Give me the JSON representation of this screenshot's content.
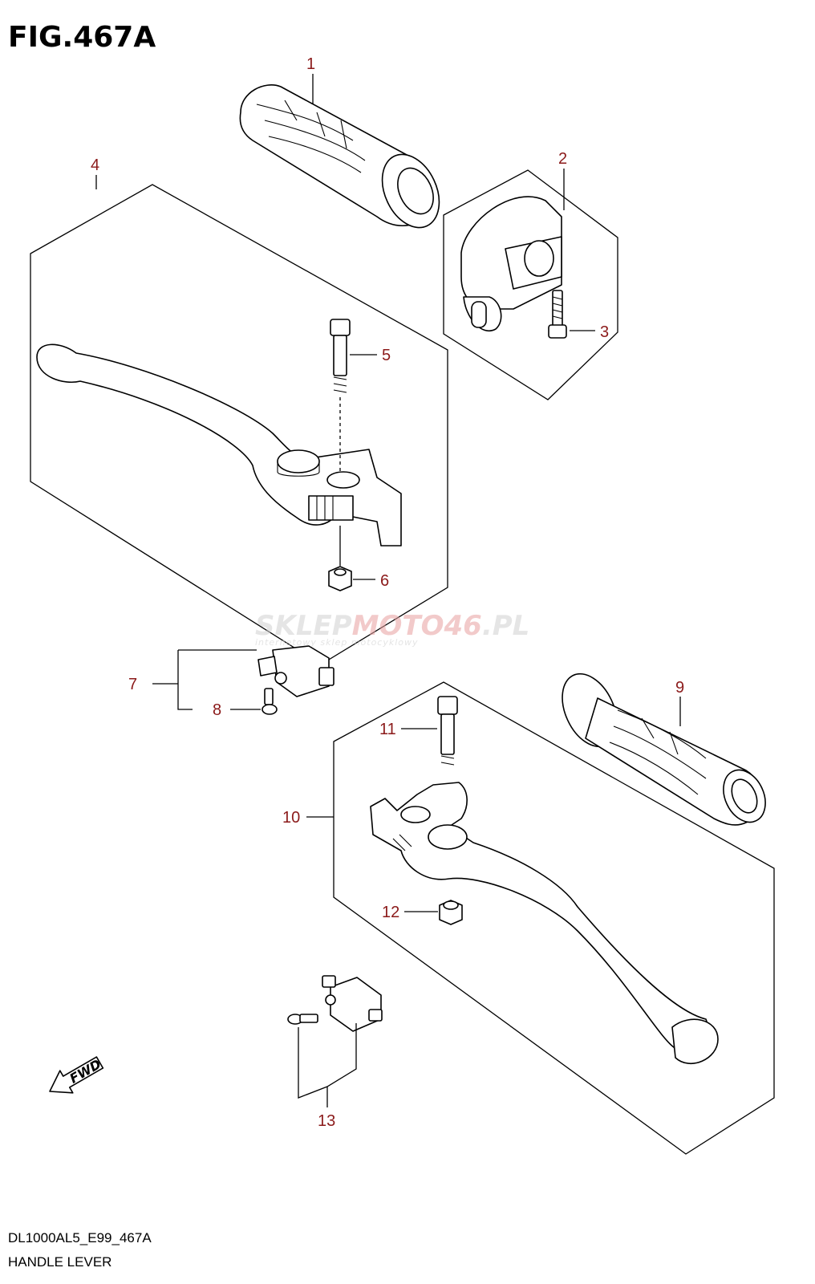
{
  "figure": {
    "title": "FIG.467A",
    "code": "DL1000AL5_E99_467A",
    "name": "HANDLE LEVER"
  },
  "watermark": {
    "brand_a": "SKLEP",
    "brand_b": "MOTO",
    "brand_c": "46",
    "brand_d": ".PL",
    "tagline": "internetowy sklep motocyklowy"
  },
  "badge": {
    "label": "FWD"
  },
  "callouts": [
    "1",
    "2",
    "3",
    "4",
    "5",
    "6",
    "7",
    "8",
    "9",
    "10",
    "11",
    "12",
    "13"
  ],
  "colors": {
    "callout": "#8b1a1a",
    "line": "#000000",
    "watermark_red": "#e8a0a0",
    "watermark_gray": "#d0d0d0"
  }
}
